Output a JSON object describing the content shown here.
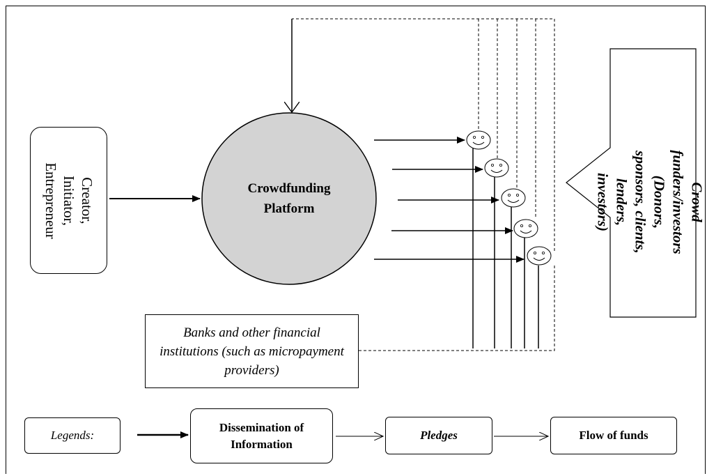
{
  "diagram": {
    "creator_label": "Creator, Initiator, Entrepreneur",
    "platform_label": "Crowdfunding Platform",
    "banks_label": "Banks and other financial institutions (such as micropayment providers)",
    "crowd_label": "Crowd funders/investors (Donors, sponsors, clients, lenders, investors)",
    "platform_fill": "#d3d3d3"
  },
  "legend": {
    "title": "Legends:",
    "dissemination": "Dissemination of Information",
    "pledges": "Pledges",
    "flow_of_funds": "Flow of funds"
  }
}
